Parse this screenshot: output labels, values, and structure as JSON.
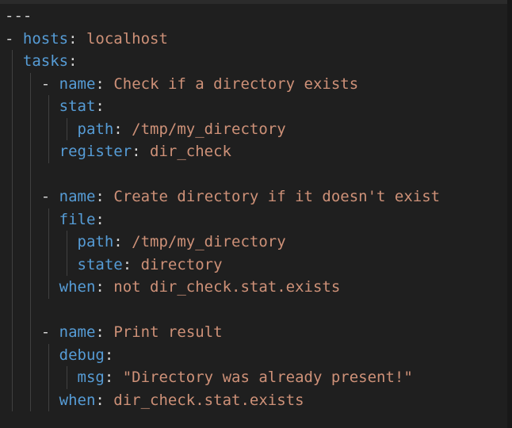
{
  "editor": {
    "lines": [
      {
        "text": "---"
      },
      {
        "dash": "- ",
        "key": "hosts",
        "value": "localhost"
      },
      {
        "key": "tasks"
      },
      {
        "dash": "- ",
        "key": "name",
        "value": "Check if a directory exists"
      },
      {
        "key": "stat"
      },
      {
        "key": "path",
        "value": "/tmp/my_directory"
      },
      {
        "key": "register",
        "value": "dir_check"
      },
      {},
      {
        "dash": "- ",
        "key": "name",
        "value": "Create directory if it doesn't exist"
      },
      {
        "key": "file"
      },
      {
        "key": "path",
        "value": "/tmp/my_directory"
      },
      {
        "key": "state",
        "value": "directory"
      },
      {
        "key": "when",
        "value": "not dir_check.stat.exists"
      },
      {},
      {
        "dash": "- ",
        "key": "name",
        "value": "Print result"
      },
      {
        "key": "debug"
      },
      {
        "key": "msg",
        "value": "\"Directory was already present!\""
      },
      {
        "key": "when",
        "value": "dir_check.stat.exists"
      }
    ]
  },
  "colors": {
    "background": "#1f1f1f",
    "key": "#569cd6",
    "string": "#ce9178",
    "punctuation": "#d4d4d4"
  }
}
